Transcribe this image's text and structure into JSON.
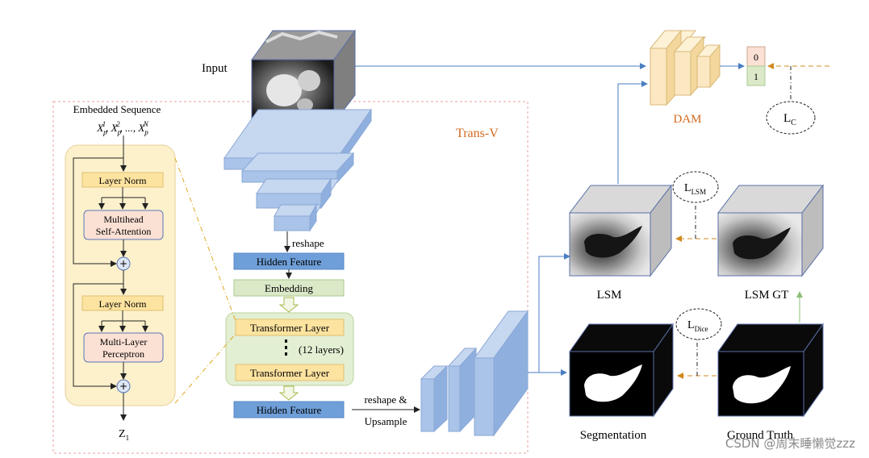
{
  "labels": {
    "input": "Input",
    "embedded_sequence": "Embedded Sequence",
    "patches_prefix": "X",
    "patches_sep": ", ",
    "patches_p": "p",
    "patches_ellipsis": "...",
    "sup_1": "1",
    "sup_2": "2",
    "sup_n": "N",
    "layer_norm": "Layer Norm",
    "mhsa_line1": "Multihead",
    "mhsa_line2": "Self-Attention",
    "mlp_line1": "Multi-Layer",
    "mlp_line2": "Perceptron",
    "plus": "+",
    "z_main": "Z",
    "z_sub": "1",
    "trans_v": "Trans-V",
    "reshape": "reshape",
    "hidden_feature": "Hidden Feature",
    "embedding": "Embedding",
    "transformer_layer": "Transformer Layer",
    "twelve_layers": "(12 layers)",
    "reshape_and": "reshape &",
    "upsample": "Upsample",
    "dam": "DAM",
    "out_0": "0",
    "out_1": "1",
    "loss_main": "L",
    "loss_c_sub": "C",
    "loss_lsm_sub": "LSM",
    "loss_dice_sub": "Dice",
    "lsm": "LSM",
    "lsm_gt": "LSM GT",
    "segmentation": "Segmentation",
    "ground_truth": "Ground Truth",
    "watermark": "CSDN @周末睡懒觉zzz"
  },
  "colors": {
    "accent_orange": "#d2691e",
    "feature_blue": "#a9c4e8",
    "hidden_blue": "#6f9fd8",
    "embed_green": "#dbe9c9",
    "layer_norm_fill": "#fde3a0",
    "attention_fill": "#fbe0d4",
    "encoder_panel": "#fdf1cc",
    "dam_fill": "#fbe8c2",
    "arrow_blue": "#4a7ec2"
  }
}
